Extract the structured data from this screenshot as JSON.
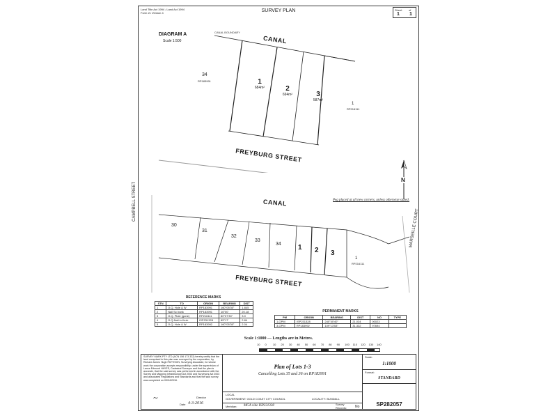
{
  "header": {
    "title": "SURVEY PLAN",
    "acts": [
      "Land Title Act 1994 ; Land Act 1994",
      "Form 21 Version 4"
    ],
    "sheet_label": "Sheet",
    "sheet_no": "1",
    "of_label": "of",
    "sheet_total": "1"
  },
  "diagram": {
    "title": "DIAGRAM A",
    "scale": "Scale 1:500",
    "canal": "CANAL",
    "street": "FREYBURG STREET",
    "neighbour_lot": "34",
    "neighbour_plan": "RP183991",
    "right_lot": "1",
    "right_plan": "RP216111",
    "lots": [
      {
        "num": "1",
        "area": "684m²"
      },
      {
        "num": "2",
        "area": "694m²"
      },
      {
        "num": "3",
        "area": "587m²"
      }
    ]
  },
  "north": {
    "label": "N"
  },
  "locality_plan": {
    "canal": "CANAL",
    "street": "FREYBURG STREET",
    "side_street": "CAMPBELL STREET",
    "court": "MARSEILLE COURT",
    "note": "Peg placed at all new corners, unless otherwise stated.",
    "lots": [
      "30",
      "31",
      "32",
      "33",
      "34",
      "1",
      "2",
      "3"
    ],
    "right_lot": "1",
    "right_plan": "RP216111"
  },
  "reference_marks": {
    "title": "REFERENCE MARKS",
    "headers": [
      "STN",
      "TO",
      "ORIGIN",
      "BEARING",
      "DIST"
    ],
    "rows": [
      [
        "1",
        "O.Q. Hole & W",
        "RP183991",
        "160°05'30\"",
        "1.845"
      ],
      [
        "2",
        "Nail Sc Irank",
        "RP183991",
        "16°00'",
        "20.18"
      ],
      [
        "3",
        "O.Q. Pluie (gone)",
        "RP216111",
        "80°07'30\"",
        "3.0"
      ],
      [
        "4",
        "O.Q.Nail in Kerb",
        "ISP231328",
        "85°17'",
        "2.84"
      ],
      [
        "5",
        "O.Q. Hole & W",
        "RP183992",
        "160°05'30\"",
        "2.04"
      ]
    ]
  },
  "permanent_marks": {
    "title": "PERMANENT MARKS",
    "headers": [
      "PM",
      "ORIGIN",
      "BEARING",
      "DIST",
      "NO",
      "TYPE"
    ],
    "rows": [
      [
        "1-OPM",
        "ISP231328",
        "240°40'40\"",
        "21.034",
        "00023",
        ""
      ],
      [
        "3-OPM",
        "RP183992",
        "109°13'53\"",
        "31.332",
        "97694",
        ""
      ]
    ]
  },
  "scale_bar": {
    "label": "Scale 1:1000 — Lengths are in Metres.",
    "ticks": [
      "10",
      "0",
      "10",
      "20",
      "30",
      "40",
      "50",
      "60",
      "70",
      "80",
      "90",
      "100",
      "110",
      "120",
      "130",
      "140"
    ]
  },
  "certificate": {
    "text": "SURVEY MARK PTY LTD (ACN 156 173 322) hereby certify that the land comprised in this plan was surveyed by the corporation, by Richard James Hugh PATTISON, Surveying Associate, for whose work the corporation accepts responsibility, under the supervision of Lance Edmund HAYES, Cadastral Surveyor and that the plan is accurate, that the said survey was performed in accordance with the Survey and Mapping Infrastructure Act 2003 and Surveyors Act 2003 and associated Regulations and Standards and that the said survey was completed on 09/04/2016.",
    "director_label": "Director",
    "date_label": "Date",
    "date": "4-3-2016"
  },
  "plan_info": {
    "title": "Plan of Lots 1-3",
    "subtitle": "Cancelling Lots 35 and 36 on RP183991",
    "local_label": "LOCAL",
    "government": "GOVERNMENT: GOLD COAST CITY COUNCIL",
    "locality": "LOCALITY: BUNDALL",
    "meridian": "MGA vide ISP231328",
    "meridian_label": "Meridian:",
    "survey_records_label": "Survey Records:",
    "survey_records": "No",
    "scale": "1:1000",
    "scale_label": "Scale:",
    "format_label": "Format:",
    "format": "STANDARD",
    "plan_no": "SP282057"
  }
}
